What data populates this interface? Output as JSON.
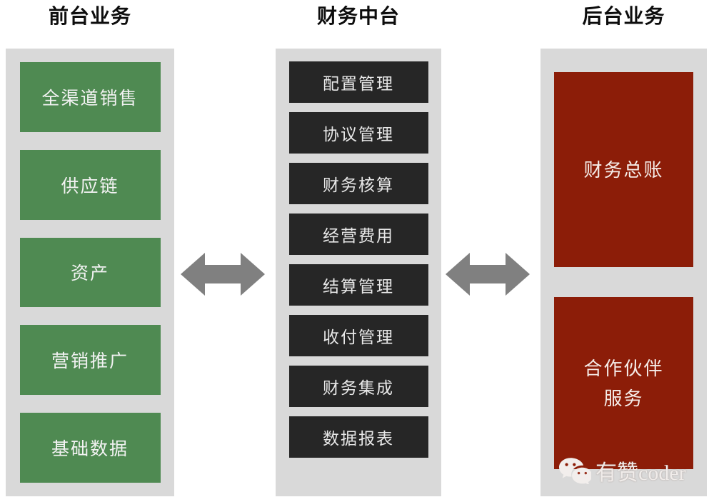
{
  "headers": {
    "front": "前台业务",
    "middle": "财务中台",
    "back": "后台业务"
  },
  "colors": {
    "column_bg": "#d9d9d9",
    "front_box": "#4f8a52",
    "middle_box": "#262626",
    "back_box": "#8c1d08",
    "arrow": "#808080",
    "page_bg": "#ffffff",
    "header_text": "#0d0d0d",
    "box_text": "#f2f2f2"
  },
  "front_column": {
    "items": [
      {
        "label": "全渠道销售"
      },
      {
        "label": "供应链"
      },
      {
        "label": "资产"
      },
      {
        "label": "营销推广"
      },
      {
        "label": "基础数据"
      }
    ]
  },
  "middle_column": {
    "items": [
      {
        "label": "配置管理"
      },
      {
        "label": "协议管理"
      },
      {
        "label": "财务核算"
      },
      {
        "label": "经营费用"
      },
      {
        "label": "结算管理"
      },
      {
        "label": "收付管理"
      },
      {
        "label": "财务集成"
      },
      {
        "label": "数据报表"
      }
    ]
  },
  "back_column": {
    "items": [
      {
        "label": "财务总账"
      },
      {
        "label": "合作伙伴\n服务"
      }
    ]
  },
  "connectors": [
    {
      "name": "front-to-middle",
      "icon": "double-arrow-horizontal-icon"
    },
    {
      "name": "middle-to-back",
      "icon": "double-arrow-horizontal-icon"
    }
  ],
  "watermark": {
    "icon": "wechat-logo-icon",
    "text": "有赞coder"
  }
}
